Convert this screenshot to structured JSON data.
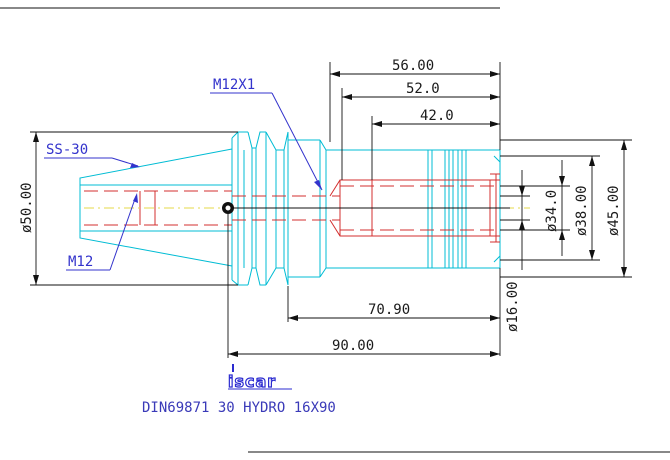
{
  "dimensions": {
    "d56": "56.00",
    "d52": "52.0",
    "d42": "42.0",
    "d7090": "70.90",
    "d9000": "90.00",
    "dia50": "ø50.00",
    "dia34": "ø34.0",
    "dia38": "ø38.00",
    "dia45": "ø45.00",
    "dia16": "ø16.00"
  },
  "callouts": {
    "m12x1": "M12X1",
    "ss30": "SS-30",
    "m12": "M12"
  },
  "logo": "iscar",
  "title": "DIN69871 30 HYDRO 16X90",
  "colors": {
    "outline": "#00bcd4",
    "hidden": "#d32f2f",
    "dimension": "#111111",
    "callout": "#3333cc",
    "centerline": "#e6d84a"
  }
}
